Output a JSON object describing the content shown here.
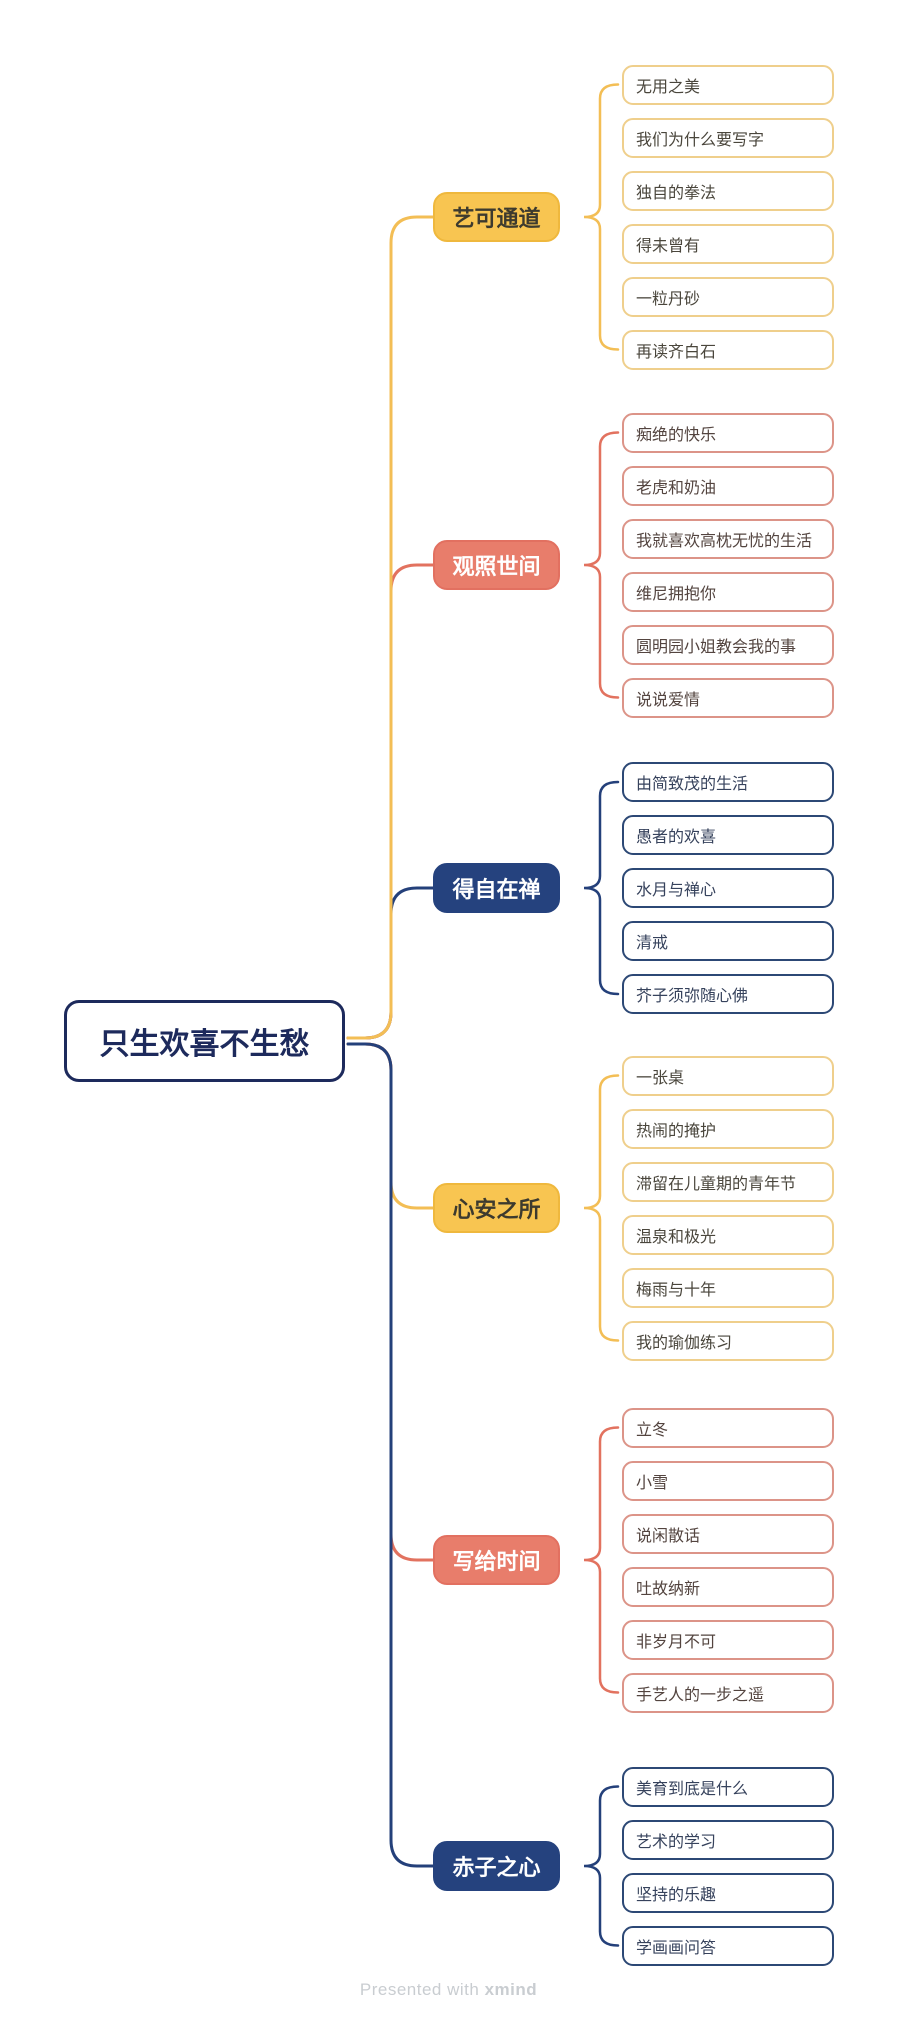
{
  "central": {
    "label": "只生欢喜不生愁",
    "fill": "#FFFFFF",
    "border": "#1D2A5C",
    "text": "#1D2A5C"
  },
  "footer": {
    "prefix": "Presented with ",
    "brand": "xmind",
    "color": "#C9CDD1"
  },
  "palette": {
    "yellow": {
      "main_fill": "#F8C551",
      "main_border": "#EFB83D",
      "main_text": "#3D3A2E",
      "child_border": "#EFCF8C",
      "child_text": "#4A463C",
      "line": "#F3BE55"
    },
    "salmon": {
      "main_fill": "#E87D6B",
      "main_border": "#E27060",
      "main_text": "#FFFFFF",
      "child_border": "#DC9488",
      "child_text": "#53443F",
      "line": "#E2725F"
    },
    "navy": {
      "main_fill": "#25427E",
      "main_border": "#25427E",
      "main_text": "#FFFFFF",
      "child_border": "#2C4875",
      "child_text": "#36425C",
      "line": "#24407A"
    }
  },
  "branches": [
    {
      "label": "艺可通道",
      "color": "yellow",
      "children": [
        "无用之美",
        "我们为什么要写字",
        "独自的拳法",
        "得未曾有",
        "一粒丹砂",
        "再读齐白石"
      ]
    },
    {
      "label": "观照世间",
      "color": "salmon",
      "children": [
        "痴绝的快乐",
        "老虎和奶油",
        "我就喜欢高枕无忧的生活",
        "维尼拥抱你",
        "圆明园小姐教会我的事",
        "说说爱情"
      ]
    },
    {
      "label": "得自在禅",
      "color": "navy",
      "children": [
        "由简致茂的生活",
        "愚者的欢喜",
        "水月与禅心",
        "清戒",
        "芥子须弥随心佛"
      ]
    },
    {
      "label": "心安之所",
      "color": "yellow",
      "children": [
        "一张桌",
        "热闹的掩护",
        "滞留在儿童期的青年节",
        "温泉和极光",
        "梅雨与十年",
        "我的瑜伽练习"
      ]
    },
    {
      "label": "写给时间",
      "color": "salmon",
      "children": [
        "立冬",
        "小雪",
        "说闲散话",
        "吐故纳新",
        "非岁月不可",
        "手艺人的一步之遥"
      ]
    },
    {
      "label": "赤子之心",
      "color": "navy",
      "children": [
        "美育到底是什么",
        "艺术的学习",
        "坚持的乐趣",
        "学画画问答"
      ]
    }
  ]
}
